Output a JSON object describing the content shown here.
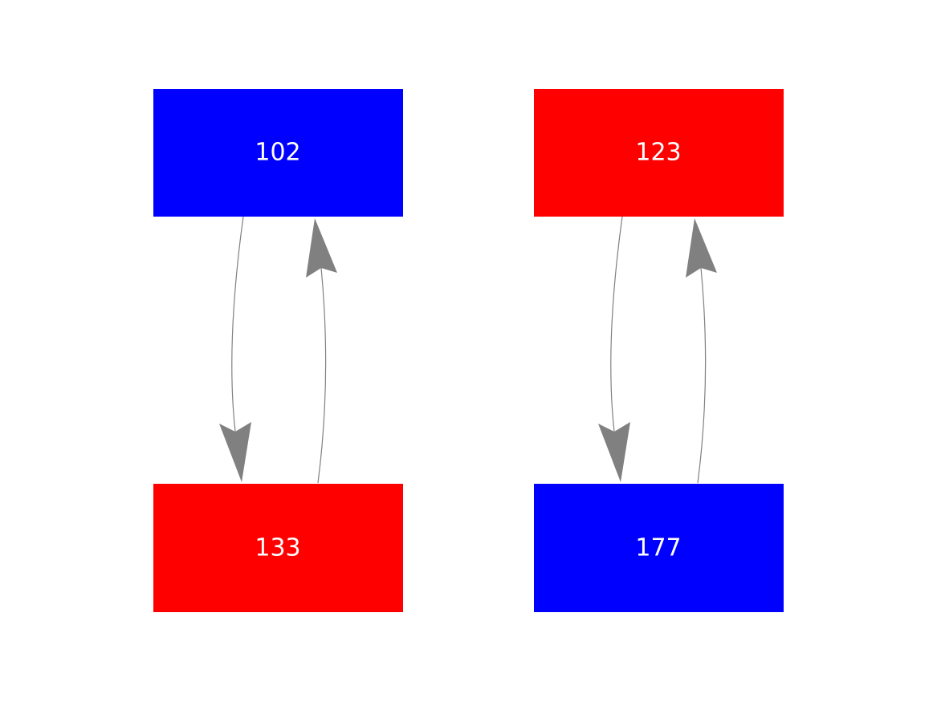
{
  "diagram": {
    "background_color": "#ffffff",
    "edge_color": "#808080",
    "nodes": [
      {
        "id": "102",
        "label": "102",
        "fill": "#0000ff",
        "text_color": "#ffffff",
        "position": "top-left"
      },
      {
        "id": "133",
        "label": "133",
        "fill": "#ff0000",
        "text_color": "#ffffff",
        "position": "bottom-left"
      },
      {
        "id": "123",
        "label": "123",
        "fill": "#ff0000",
        "text_color": "#ffffff",
        "position": "top-right"
      },
      {
        "id": "177",
        "label": "177",
        "fill": "#0000ff",
        "text_color": "#ffffff",
        "position": "bottom-right"
      }
    ],
    "edges": [
      {
        "from": "102",
        "to": "133"
      },
      {
        "from": "133",
        "to": "102"
      },
      {
        "from": "123",
        "to": "177"
      },
      {
        "from": "177",
        "to": "123"
      }
    ]
  }
}
